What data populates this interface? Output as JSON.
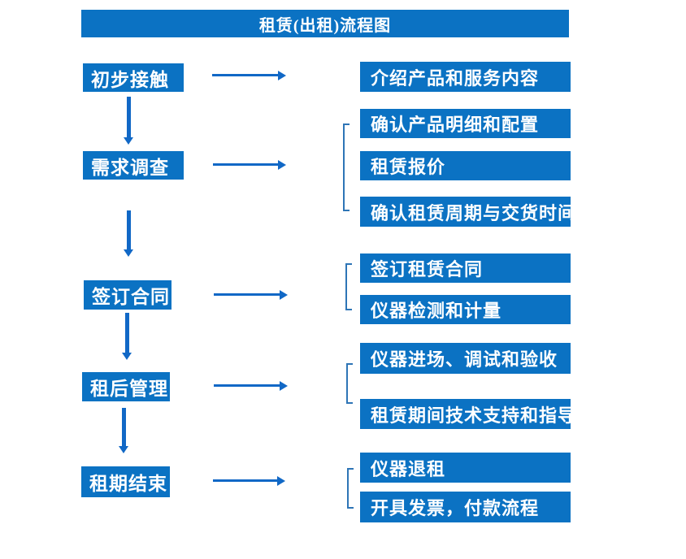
{
  "title": "租赁(出租)流程图",
  "colors": {
    "box_blue": "#0B72C3",
    "arrow_blue": "#1168C6",
    "bracket_blue": "#2E75B6",
    "text_white": "#FFFFFF",
    "background": "#FFFFFF"
  },
  "stages": [
    {
      "step": "初步接触",
      "outputs": [
        "介绍产品和服务内容"
      ]
    },
    {
      "step": "需求调查",
      "outputs": [
        "确认产品明细和配置",
        "租赁报价",
        "确认租赁周期与交货时间"
      ]
    },
    {
      "step": "签订合同",
      "outputs": [
        "签订租赁合同",
        "仪器检测和计量"
      ]
    },
    {
      "step": "租后管理",
      "outputs": [
        "仪器进场、调试和验收",
        "租赁期间技术支持和指导"
      ]
    },
    {
      "step": "租期结束",
      "outputs": [
        "仪器退租",
        "开具发票，付款流程"
      ]
    }
  ]
}
